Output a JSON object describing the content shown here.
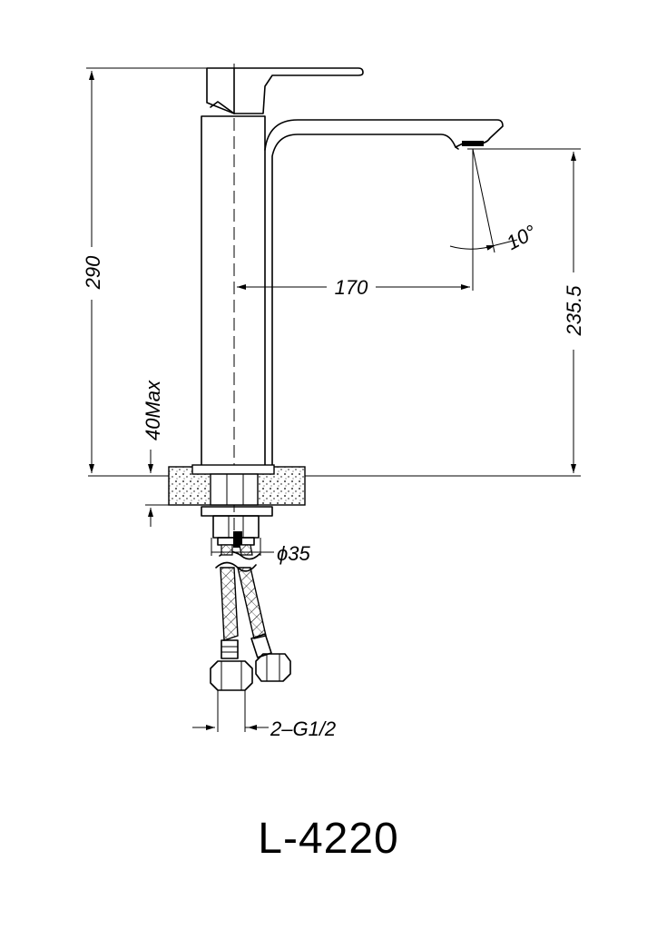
{
  "model_number": "L-4220",
  "dimensions": {
    "total_height": "290",
    "spout_height": "235.5",
    "spout_reach": "170",
    "spout_angle": "10°",
    "deck_thickness": "40Max",
    "base_diameter": "ϕ35",
    "connection": "2–G1/2"
  }
}
